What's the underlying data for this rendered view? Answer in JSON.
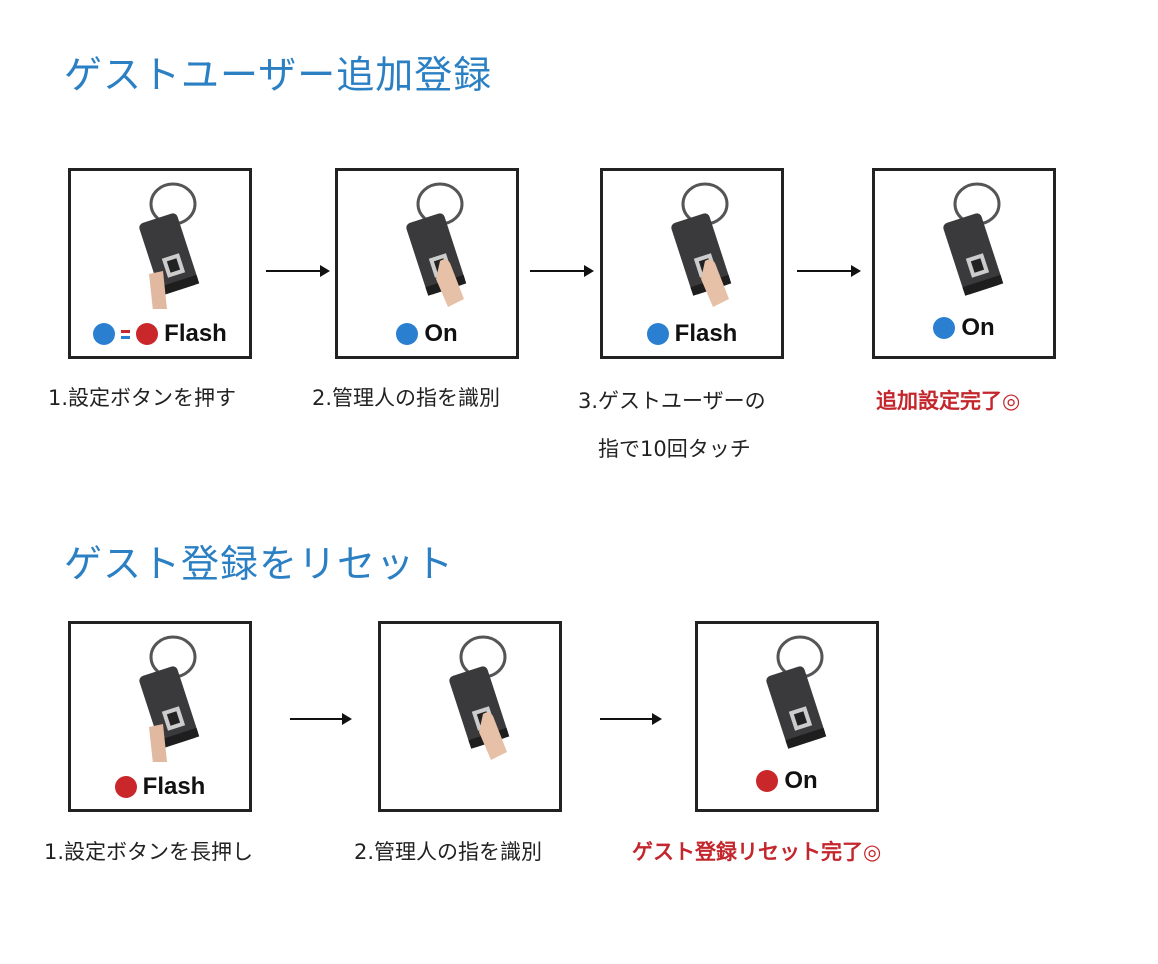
{
  "colors": {
    "title": "#2b80c4",
    "blue": "#2b7fd0",
    "red": "#c9272a",
    "done": "#c3262c"
  },
  "section1": {
    "title": "ゲストユーザー追加登録",
    "steps": [
      {
        "indicator": "Flash",
        "caption": "1.設定ボタンを押す"
      },
      {
        "indicator": "On",
        "caption": "2.管理人の指を識別"
      },
      {
        "indicator": "Flash",
        "caption": "3.ゲストユーザーの",
        "caption2": "指で10回タッチ"
      },
      {
        "indicator": "On",
        "caption": "追加設定完了◎"
      }
    ]
  },
  "section2": {
    "title": "ゲスト登録をリセット",
    "steps": [
      {
        "indicator": "Flash",
        "caption": "1.設定ボタンを長押し"
      },
      {
        "indicator": "",
        "caption": "2.管理人の指を識別"
      },
      {
        "indicator": "On",
        "caption": "ゲスト登録リセット完了◎"
      }
    ]
  }
}
